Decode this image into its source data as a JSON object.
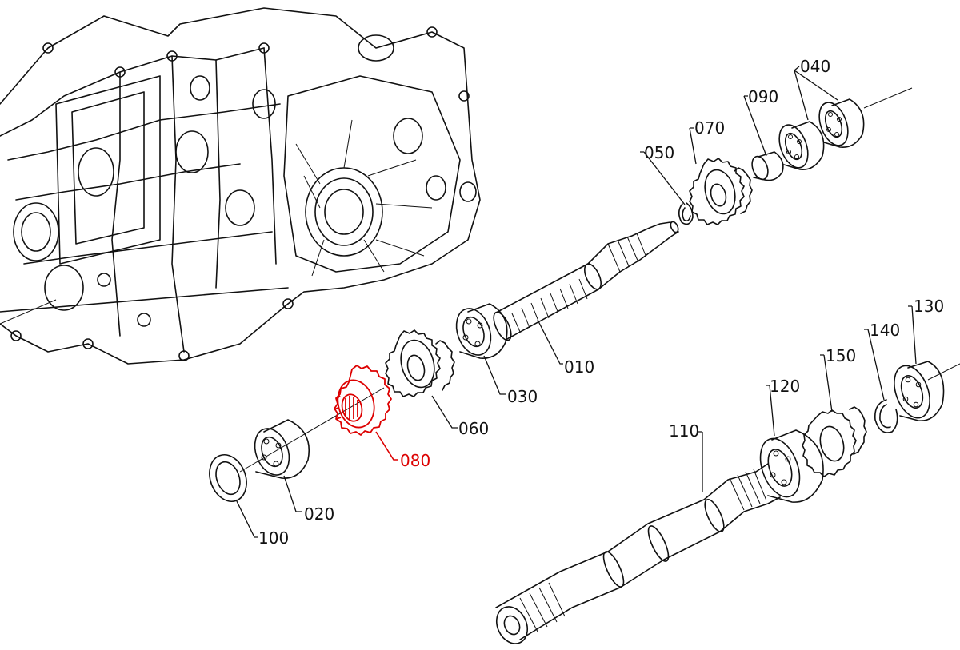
{
  "diagram": {
    "highlight_color": "#dd0000",
    "line_color": "#111111",
    "parts": [
      {
        "id": "010",
        "label": "010"
      },
      {
        "id": "020",
        "label": "020"
      },
      {
        "id": "030",
        "label": "030"
      },
      {
        "id": "040",
        "label": "040"
      },
      {
        "id": "050",
        "label": "050"
      },
      {
        "id": "060",
        "label": "060"
      },
      {
        "id": "070",
        "label": "070"
      },
      {
        "id": "080",
        "label": "080",
        "highlighted": true
      },
      {
        "id": "090",
        "label": "090"
      },
      {
        "id": "100",
        "label": "100"
      },
      {
        "id": "110",
        "label": "110"
      },
      {
        "id": "120",
        "label": "120"
      },
      {
        "id": "130",
        "label": "130"
      },
      {
        "id": "140",
        "label": "140"
      },
      {
        "id": "150",
        "label": "150"
      }
    ]
  }
}
